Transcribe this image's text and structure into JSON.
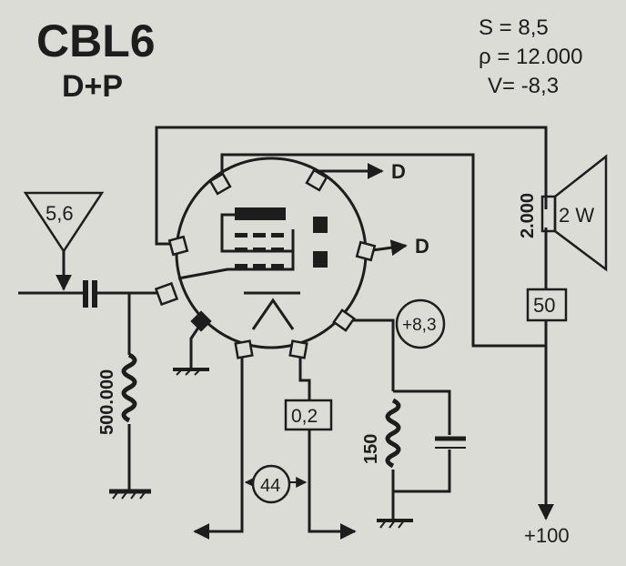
{
  "header": {
    "tube": "CBL6",
    "function": "D+P",
    "params": [
      "S = 8,5",
      "ρ = 12.000",
      "V= -8,3"
    ]
  },
  "components": {
    "input_triangle": "5,6",
    "grid_resistor": "500.000",
    "output_transformer": "2.000",
    "speaker_power": "2 W",
    "series_box": "50",
    "cathode_voltage": "+8,3",
    "cathode_resistor": "150",
    "heater_current": "0,2",
    "heater_voltage": "44",
    "supply": "+100"
  },
  "outputs": {
    "diode_1": "D",
    "diode_2": "D"
  },
  "colors": {
    "ink": "#1d1d1d",
    "paper": "#dcdcd6"
  }
}
